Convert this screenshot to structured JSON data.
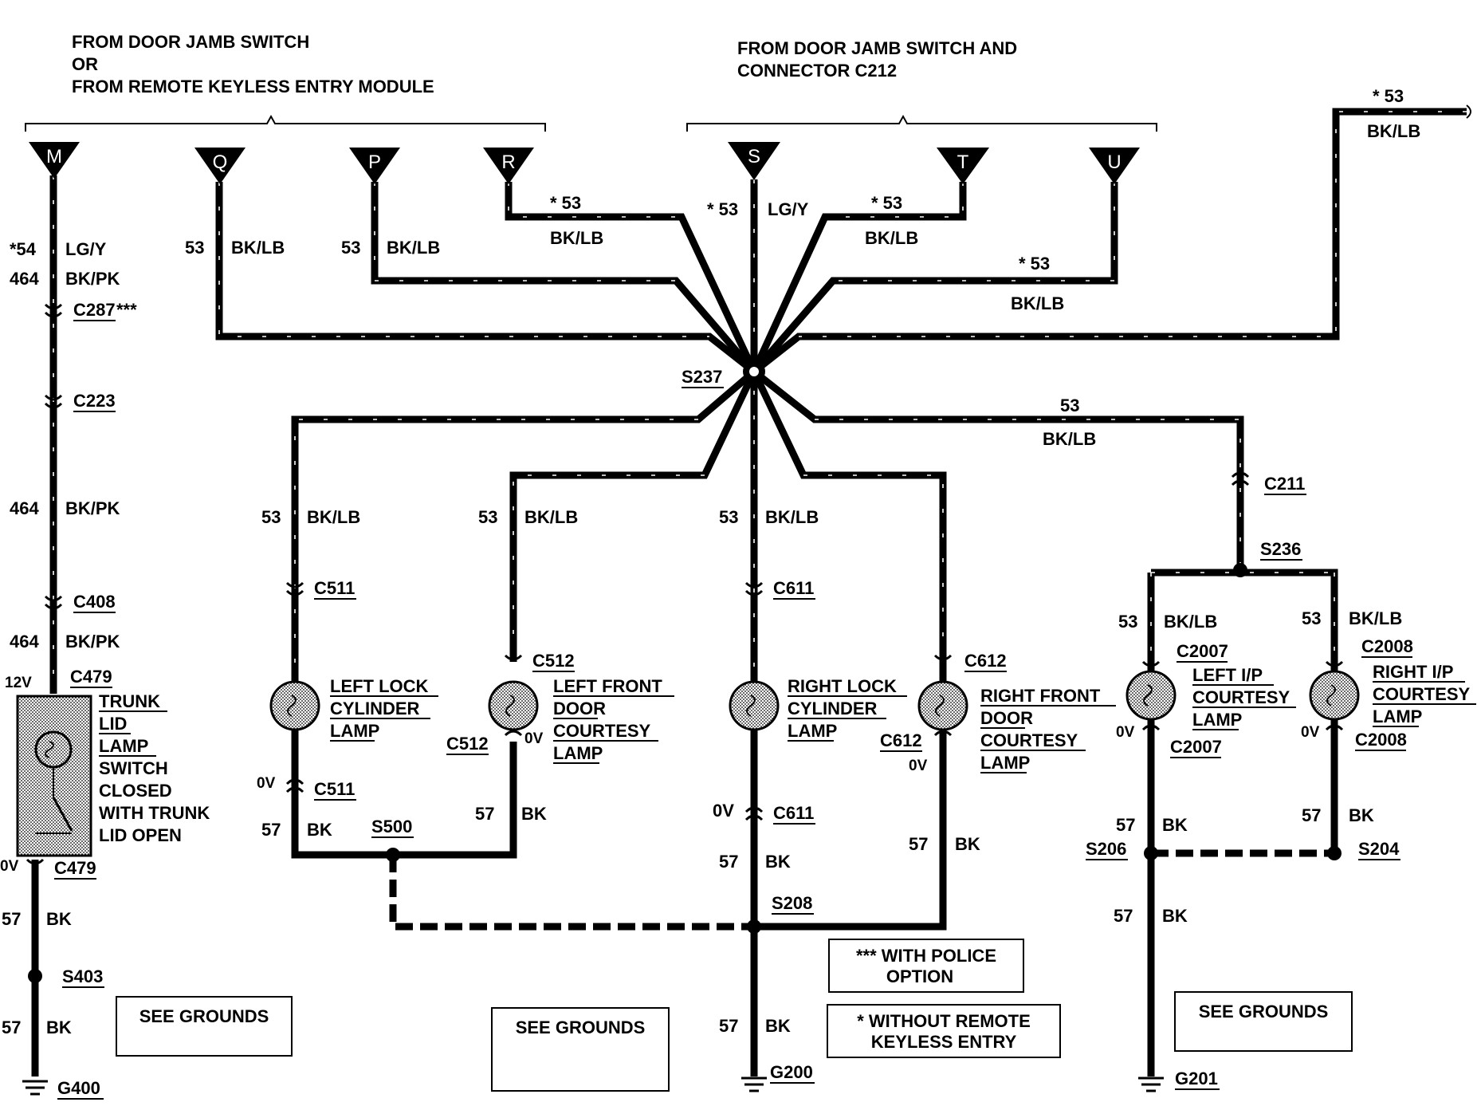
{
  "headers": {
    "left_line1": "FROM DOOR JAMB SWITCH",
    "left_line2": "OR",
    "left_line3": "FROM REMOTE KEYLESS ENTRY MODULE",
    "right_line1": "FROM DOOR JAMB SWITCH AND",
    "right_line2": "CONNECTOR C212"
  },
  "inputs": {
    "m": "M",
    "q": "Q",
    "p": "P",
    "r": "R",
    "s": "S",
    "t": "T",
    "u": "U"
  },
  "wires": {
    "w54": "*54",
    "lg_y": "LG/Y",
    "w464": "464",
    "bk_pk": "BK/PK",
    "w53": "53",
    "w53s": "* 53",
    "bk_lb": "BK/LB",
    "w57": "57",
    "bk": "BK"
  },
  "connectors": {
    "c287": "C287",
    "c287_note": "***",
    "c223": "C223",
    "c408": "C408",
    "c479": "C479",
    "c511": "C511",
    "c512": "C512",
    "c611": "C611",
    "c612": "C612",
    "c211": "C211",
    "c2007": "C2007",
    "c2008": "C2008"
  },
  "splices": {
    "s237": "S237",
    "s236": "S236",
    "s500": "S500",
    "s208": "S208",
    "s206": "S206",
    "s204": "S204",
    "s403": "S403"
  },
  "grounds": {
    "g400": "G400",
    "g200": "G200",
    "g201": "G201"
  },
  "voltages": {
    "v12": "12V",
    "v0": "0V"
  },
  "components": {
    "trunk": [
      "TRUNK",
      "LID",
      "LAMP",
      "SWITCH",
      "CLOSED",
      "WITH TRUNK",
      "LID OPEN"
    ],
    "left_lock": [
      "LEFT LOCK",
      "CYLINDER",
      "LAMP"
    ],
    "left_front": [
      "LEFT FRONT",
      "DOOR",
      "COURTESY",
      "LAMP"
    ],
    "right_lock": [
      "RIGHT LOCK",
      "CYLINDER",
      "LAMP"
    ],
    "right_front": [
      "RIGHT FRONT",
      "DOOR",
      "COURTESY",
      "LAMP"
    ],
    "left_ip": [
      "LEFT I/P",
      "COURTESY",
      "LAMP"
    ],
    "right_ip": [
      "RIGHT I/P",
      "COURTESY",
      "LAMP"
    ]
  },
  "boxes": {
    "see_grounds": "SEE GROUNDS",
    "police_line1": "*** WITH POLICE",
    "police_line2": "OPTION",
    "keyless_line1": "* WITHOUT REMOTE",
    "keyless_line2": "KEYLESS ENTRY"
  }
}
